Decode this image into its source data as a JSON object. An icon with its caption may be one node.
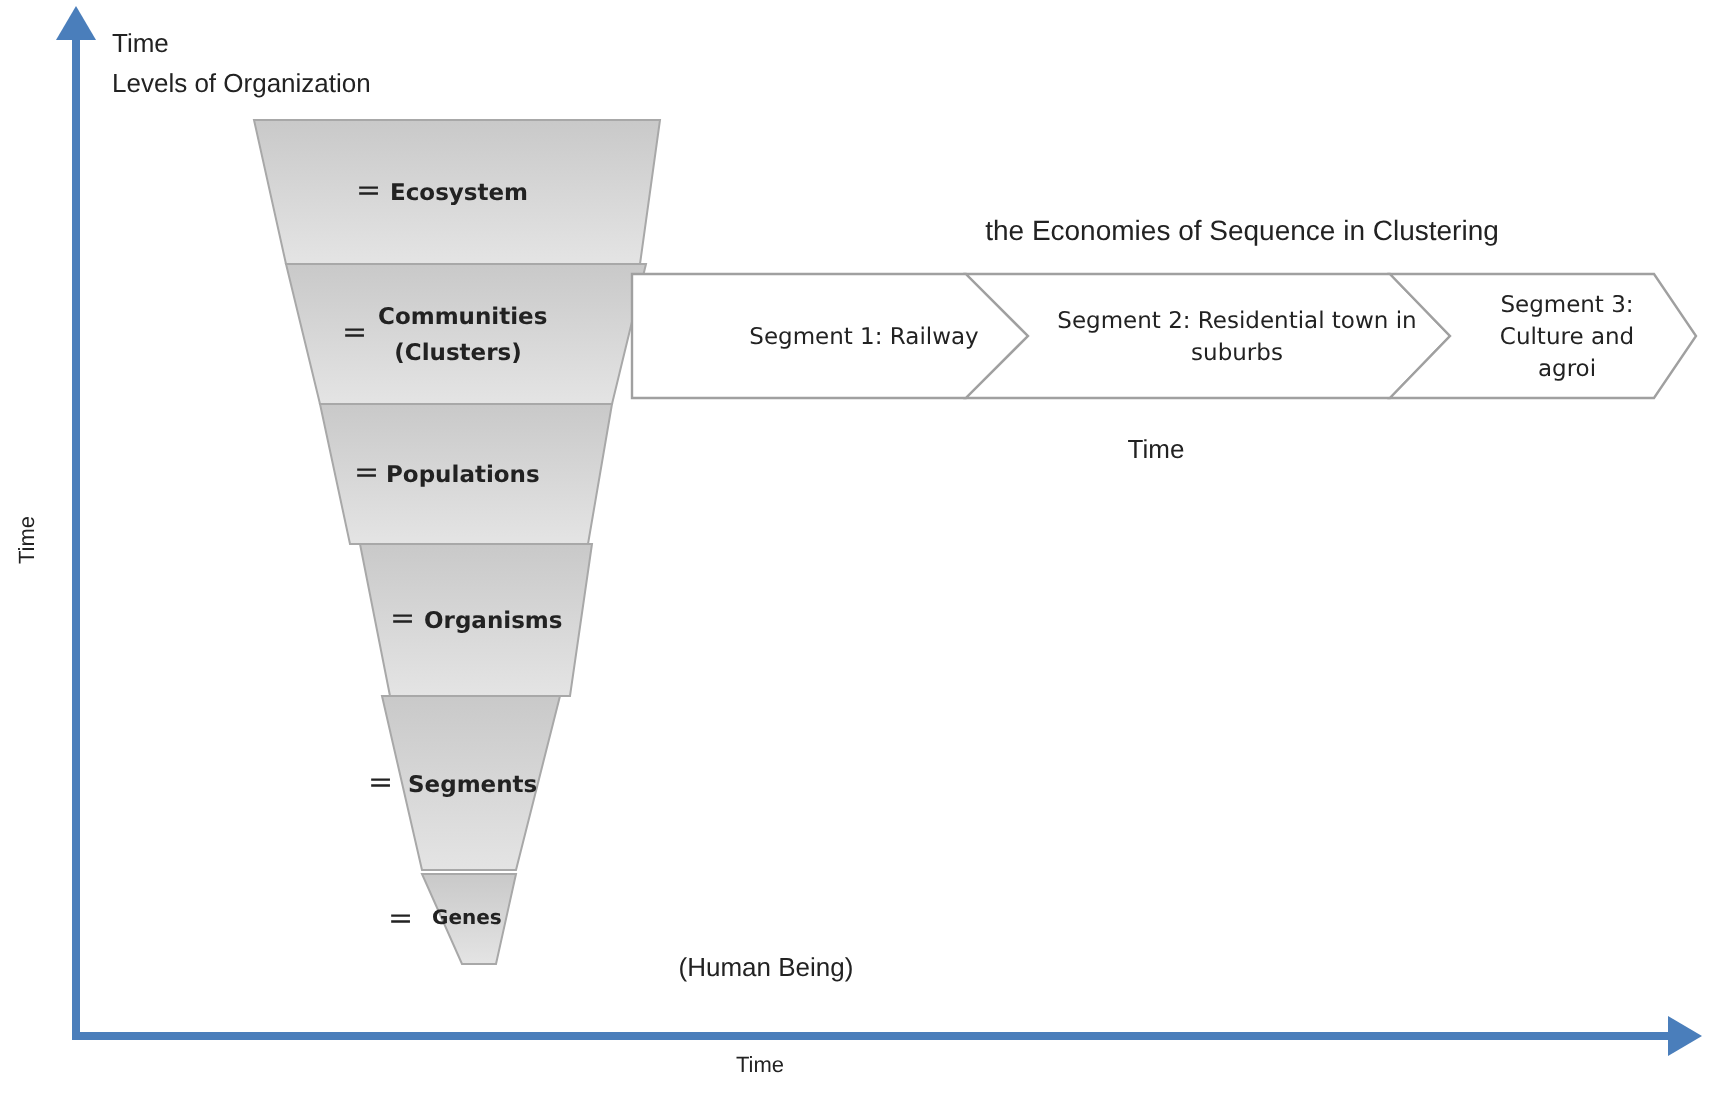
{
  "diagram": {
    "nodes": [
      {
        "text": [
          "=",
          "Ecosystem"
        ]
      },
      {
        "text": [
          "=",
          "Communities (Clusters)"
        ]
      },
      {
        "text": [
          "=",
          "Populations"
        ]
      },
      {
        "text": [
          "=",
          "Organisms"
        ]
      },
      {
        "text": [
          "=",
          "Segments"
        ]
      },
      {
        "text": [
          "=",
          "Genes"
        ]
      },
      {
        "text": [
          "Segment 1: Railway"
        ]
      },
      {
        "text": [
          "Segment 2:  Residential town in suburbs"
        ]
      },
      {
        "text": [
          "Segment 3: Culture and agroi"
        ]
      }
    ],
    "labels": [
      "Time",
      "Levels of Organization",
      "the Economies of Sequence in Clustering",
      "Time",
      "Time",
      "(Human Being)",
      "Time"
    ]
  }
}
